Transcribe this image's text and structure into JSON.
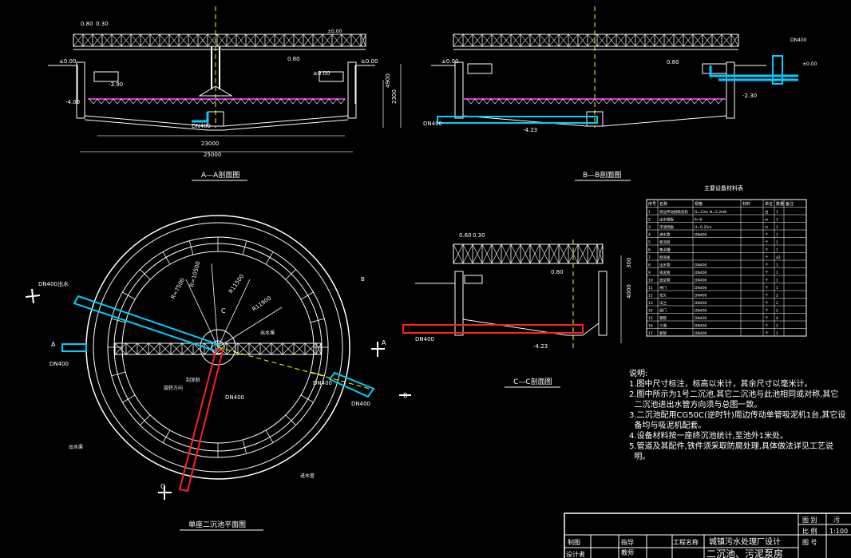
{
  "colors": {
    "background": "#000000",
    "line": "#ffffff",
    "water_line": "#00ccff",
    "sludge_pipe": "#ff2020",
    "sludge_blanket": "#cc33cc",
    "dimension": "#dddddd",
    "axis": "#ffff00"
  },
  "section_aa": {
    "title": "A—A剖面图",
    "dims": [
      "0.80",
      "0.30",
      "±0.00",
      "±0.00",
      "±0.00",
      "±0.00",
      "-3.90",
      "-4.00",
      "0.80",
      "4900",
      "2300",
      "DN400",
      "23000",
      "25000"
    ]
  },
  "section_bb": {
    "title": "B—B剖面图",
    "dims": [
      "±0.00",
      "0.80",
      "±0.00",
      "DN400",
      "DN400",
      "-4.23",
      "-2.30"
    ]
  },
  "section_cc": {
    "title": "C—C剖面图",
    "dims": [
      "0.60",
      "0.30",
      "0.80",
      "300",
      "4000",
      "DN400",
      "-4.23"
    ]
  },
  "plan": {
    "title": "单座二沉池平面图",
    "labels": [
      "DN400出水",
      "DN400",
      "DN400",
      "DN400",
      "DN400",
      "R=7500",
      "R=10500",
      "R11500",
      "R11900",
      "A",
      "A",
      "B",
      "B",
      "C",
      "C",
      "出水堰",
      "出水渠",
      "进水管",
      "刮泥机",
      "旋转方向"
    ]
  },
  "equipment_table": {
    "title": "主要设备材料表",
    "headers": [
      "序号",
      "名称",
      "规格",
      "材料",
      "单位",
      "数量",
      "备注"
    ],
    "rows": [
      [
        "1",
        "周边传动刮吸泥机",
        "D=23m  N=2.2kW",
        "",
        "台",
        "1",
        ""
      ],
      [
        "2",
        "出水堰板",
        "δ=6",
        "",
        "m",
        "1",
        ""
      ],
      [
        "3",
        "浮渣挡板",
        "H=0.25m",
        "",
        "m",
        "1",
        ""
      ],
      [
        "4",
        "进水管",
        "DN400",
        "",
        "个",
        "1",
        ""
      ],
      [
        "5",
        "稳流筒",
        "",
        "",
        "个",
        "1",
        ""
      ],
      [
        "6",
        "集泥槽",
        "",
        "",
        "个",
        "1",
        ""
      ],
      [
        "7",
        "刮泥板",
        "",
        "",
        "个",
        "42",
        ""
      ],
      [
        "8",
        "出水管",
        "DN400",
        "",
        "个",
        "1",
        ""
      ],
      [
        "9",
        "排泥管",
        "DN400",
        "",
        "个",
        "1",
        ""
      ],
      [
        "10",
        "放空管",
        "DN400",
        "",
        "个",
        "1",
        ""
      ],
      [
        "11",
        "闸门",
        "DN400",
        "",
        "个",
        "1",
        ""
      ],
      [
        "12",
        "弯头",
        "DN400",
        "",
        "个",
        "2",
        ""
      ],
      [
        "13",
        "法兰",
        "DN400",
        "",
        "个",
        "2",
        ""
      ],
      [
        "14",
        "阀门",
        "DN400",
        "",
        "个",
        "2",
        ""
      ],
      [
        "15",
        "钢管",
        "DN400",
        "",
        "个",
        "4",
        ""
      ],
      [
        "16",
        "三通",
        "DN400",
        "",
        "个",
        "2",
        ""
      ],
      [
        "17",
        "套管",
        "DN400",
        "",
        "个",
        "1",
        ""
      ]
    ]
  },
  "notes": {
    "heading": "说明:",
    "lines": [
      "1.图中尺寸标注，标高以米计，其余尺寸以毫米计。",
      "2.图中所示为1号二沉池,其它二沉池与此池相同或对称,其它",
      "  二沉池进出水管方向须与总图一致。",
      "3.二沉池配用CG50C(逆时针)周边传动单管吸泥机1台,其它设",
      "  备均与吸泥机配套。",
      "4.设备材料按一座终沉池统计,至池外1米处。",
      "5.管道及其配件,铁件须采取防腐处理,具体做法详见工艺说",
      "  明。"
    ]
  },
  "title_block": {
    "drawing_no_label": "图 别",
    "drawing_no_value": "污",
    "scale_label": "比 例",
    "scale_value": "1:100",
    "sheet_label": "图 号",
    "draw_label": "制图",
    "design_label": "设计者",
    "instructor_label": "指导",
    "teacher_label": "教师",
    "project_label": "工程名称",
    "project_name": "城镇污水处理厂设计",
    "drawing_name": "二沉池、污泥泵房"
  }
}
